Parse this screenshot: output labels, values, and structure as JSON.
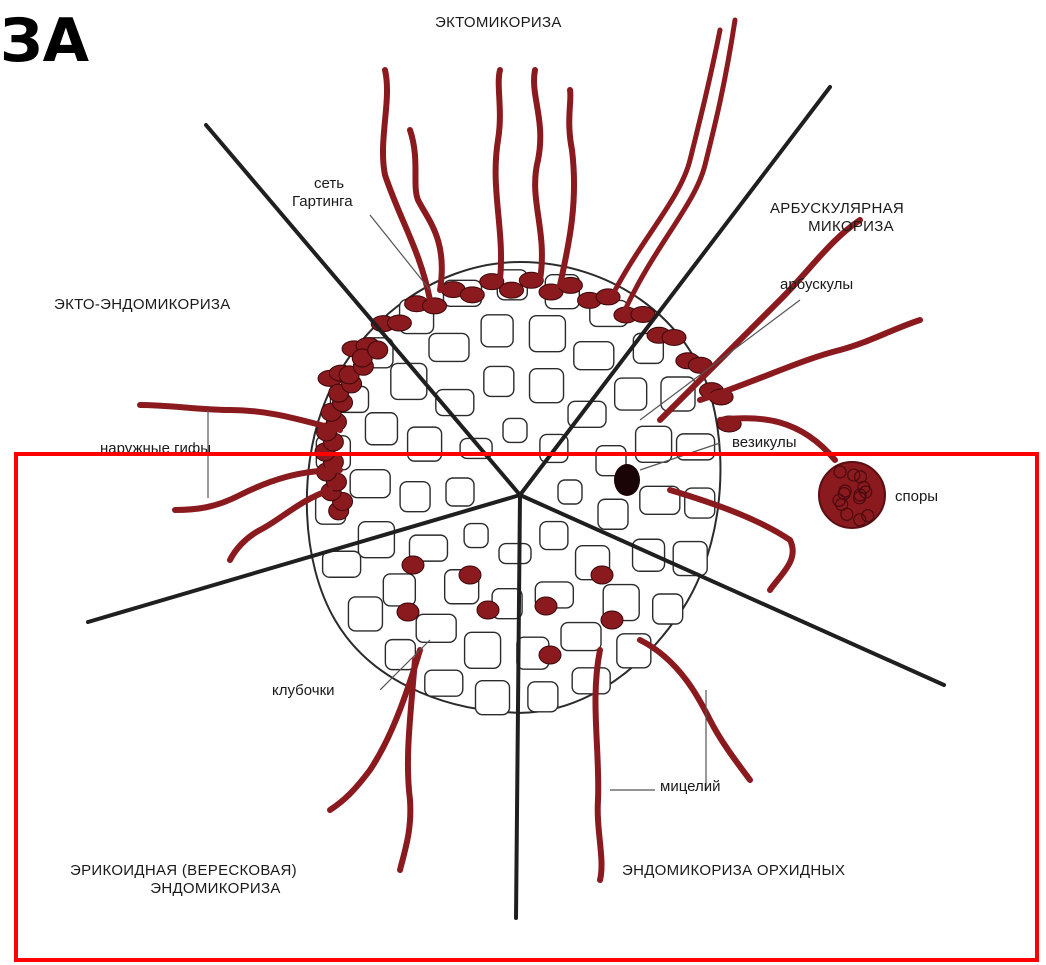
{
  "title_fragment": "ЗА",
  "colors": {
    "fungus": "#8b1a1f",
    "root_cell_stroke": "#2b2b2b",
    "divider": "#1f1f1f",
    "highlight_frame": "#ff0000"
  },
  "sections": {
    "ecto": "ЭКТОМИКОРИЗА",
    "arbuscular_line1": "АРБУСКУЛЯРНАЯ",
    "arbuscular_line2": "МИКОРИЗА",
    "ecto_endo": "ЭКТО-ЭНДОМИКОРИЗА",
    "ericoid_line1": "ЭРИКОИДНАЯ (ВЕРЕСКОВАЯ)",
    "ericoid_line2": "ЭНДОМИКОРИЗА",
    "orchid": "ЭНДОМИКОРИЗА ОРХИДНЫХ"
  },
  "labels": {
    "hartig_line1": "сеть",
    "hartig_line2": "Гартинга",
    "arbuscules": "арбускулы",
    "vesicles": "везикулы",
    "spores": "споры",
    "outer_hyphae": "наружные гифы",
    "coils": "клубочки",
    "mycelium": "мицелий"
  }
}
